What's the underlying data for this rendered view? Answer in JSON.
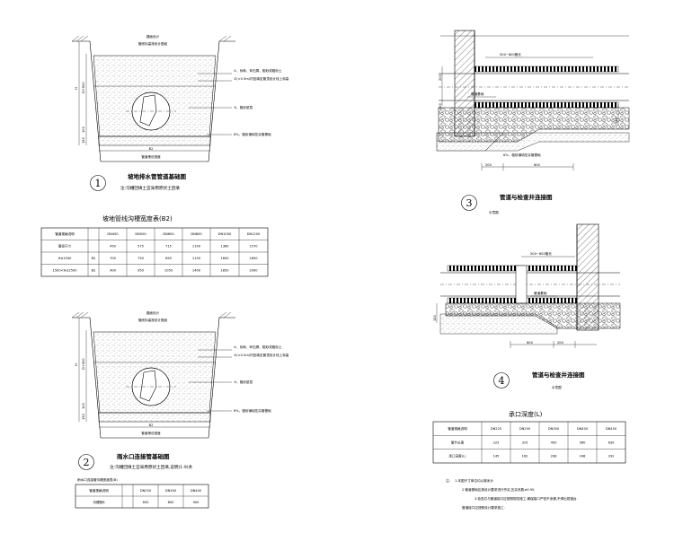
{
  "detail1": {
    "number": "1",
    "title": "坡地排水管管道基础图",
    "note": "注:沟槽回填土宜采用原状土回填",
    "top_label": "路面设计",
    "top_sublabel": "管底标高按设计图纸",
    "callout_1": "①、砂砾、碎石屑、粗砂或粗砂土",
    "callout_2": "②(>0.5m)时回填至管顶设计线上标高",
    "callout_3": "③、粗砂垫层",
    "callout_4": "6%、粗砂铺填压实管基础",
    "dim_h": "H",
    "dim_d": "D+500",
    "dim_100": "100",
    "dim_150": "150",
    "dim_b2": "B2",
    "dim_bottom": "管道埋设宽度"
  },
  "table1": {
    "title": "坡地管线沟槽宽度表(B2)",
    "headers": [
      "管道规格说明",
      "",
      "DN450",
      "DN500",
      "DN600",
      "DN800",
      "DN1000",
      "DN1200"
    ],
    "rows": [
      [
        "管径尺寸",
        "",
        "450",
        "575",
        "715",
        "1100",
        "1360",
        "1570"
      ],
      [
        "H≤1500",
        "B2",
        "700",
        "750",
        "850",
        "1150",
        "1600",
        "1650"
      ],
      [
        "1500<H≤2500",
        "B2",
        "900",
        "950",
        "1050",
        "1400",
        "1850",
        "2000"
      ]
    ]
  },
  "detail2": {
    "number": "2",
    "title": "雨水口连接管基础图",
    "note": "注:沟槽回填土宜采用原状土回填,说明(1-9)条",
    "top_label": "路面设计",
    "top_sublabel": "管底标高按设计图纸",
    "callout_1": "①、砂砾、碎石屑、粗砂或粗砂土",
    "callout_2": "②(>0.5m)时回填至管顶设计线上标高",
    "callout_3": "③、粗砂垫层",
    "callout_4": "6%、粗砂铺填压实管基础",
    "dim_h": "H",
    "dim_d": "D+500",
    "dim_100": "100",
    "dim_150": "150",
    "dim_b2": "B2",
    "dim_bottom": "管道埋设宽度"
  },
  "table2": {
    "title": "雨水口连接管沟槽宽度表(B)",
    "headers": [
      "管道规格说明",
      "",
      "DN250",
      "DN300",
      "DN400"
    ],
    "rows": [
      [
        "沟槽宽B",
        "",
        "650",
        "800",
        "900"
      ]
    ]
  },
  "detail3": {
    "number": "3",
    "title": "管道与检查井连接图",
    "subtitle": "示意图",
    "top_dim": "500~800管长",
    "mid_label": "管道基础",
    "bottom_label": "6%、粗砂铺填压实管基础",
    "dim_left_1": "200",
    "dim_left_2": "200",
    "dim_right": "150",
    "dim_a": "200",
    "dim_b": "600"
  },
  "detail4": {
    "number": "4",
    "title": "管道与检查井连接图",
    "subtitle": "示意图",
    "top_dim": "500~800管长",
    "mid_label": "管道基础",
    "dim_left": "150",
    "dim_a": "600",
    "dim_b": "200"
  },
  "table3": {
    "title": "承口深度(L)",
    "headers": [
      "管道规格说明",
      "DN225",
      "DN250",
      "DN300",
      "DN400",
      "DN450"
    ],
    "rows": [
      [
        "管节长度",
        "225",
        "315",
        "450",
        "560",
        "630"
      ],
      [
        "承口深度(L)",
        "145",
        "162",
        "208",
        "248",
        "292"
      ]
    ]
  },
  "notes": {
    "label": "注:",
    "lines": [
      "1.本图尺寸单位均以毫米计.",
      "2.管道基础应按设计要求进行夯实,压实系数≥0.95.",
      "3.检查井与管道接口应按照规范施工,确保接口严密不渗漏,不得出现错台.",
      "管道接口应按照设计要求施工."
    ]
  }
}
